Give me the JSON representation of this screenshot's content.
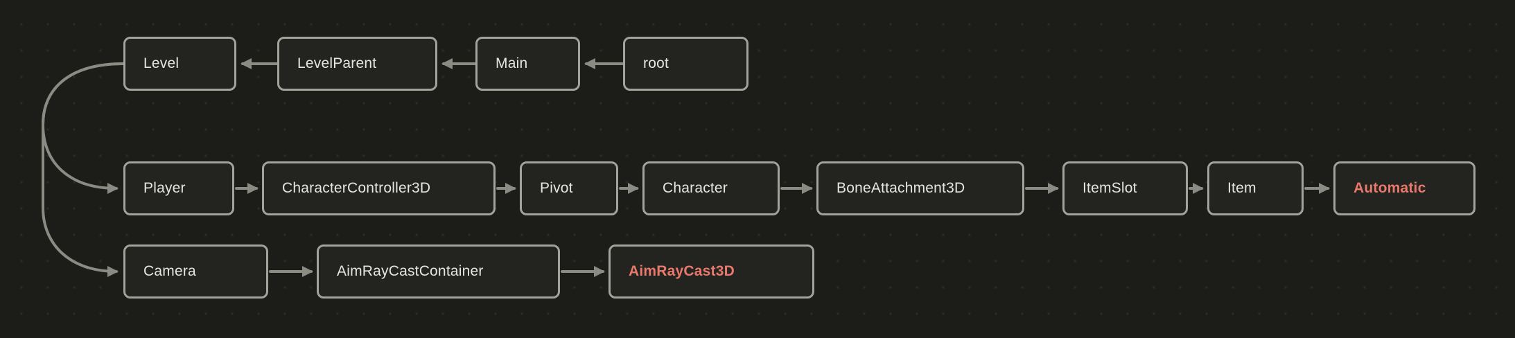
{
  "diagram": {
    "kind": "scene-tree-node-graph"
  },
  "colors": {
    "background": "#1c1c19",
    "grid_dot": "#2b2b27",
    "node_bg": "#23231f",
    "node_border": "#a3a39b",
    "node_text": "#e6e6e0",
    "highlight_text": "#e8796c",
    "edge": "#8b8b84"
  },
  "nodes": {
    "level": {
      "label": "Level"
    },
    "levelparent": {
      "label": "LevelParent"
    },
    "main": {
      "label": "Main"
    },
    "root": {
      "label": "root"
    },
    "player": {
      "label": "Player"
    },
    "charactercontroller3d": {
      "label": "CharacterController3D"
    },
    "pivot": {
      "label": "Pivot"
    },
    "character": {
      "label": "Character"
    },
    "boneattachment3d": {
      "label": "BoneAttachment3D"
    },
    "itemslot": {
      "label": "ItemSlot"
    },
    "item": {
      "label": "Item"
    },
    "automatic": {
      "label": "Automatic",
      "highlight": true
    },
    "camera": {
      "label": "Camera"
    },
    "aimraycastcontainer": {
      "label": "AimRayCastContainer"
    },
    "aimraycast3d": {
      "label": "AimRayCast3D",
      "highlight": true
    }
  },
  "edges": [
    {
      "from": "root",
      "to": "main"
    },
    {
      "from": "main",
      "to": "levelparent"
    },
    {
      "from": "levelparent",
      "to": "level"
    },
    {
      "from": "level",
      "to": "player"
    },
    {
      "from": "level",
      "to": "camera"
    },
    {
      "from": "player",
      "to": "charactercontroller3d"
    },
    {
      "from": "charactercontroller3d",
      "to": "pivot"
    },
    {
      "from": "pivot",
      "to": "character"
    },
    {
      "from": "character",
      "to": "boneattachment3d"
    },
    {
      "from": "boneattachment3d",
      "to": "itemslot"
    },
    {
      "from": "itemslot",
      "to": "item"
    },
    {
      "from": "item",
      "to": "automatic"
    },
    {
      "from": "camera",
      "to": "aimraycastcontainer"
    },
    {
      "from": "aimraycastcontainer",
      "to": "aimraycast3d"
    }
  ]
}
